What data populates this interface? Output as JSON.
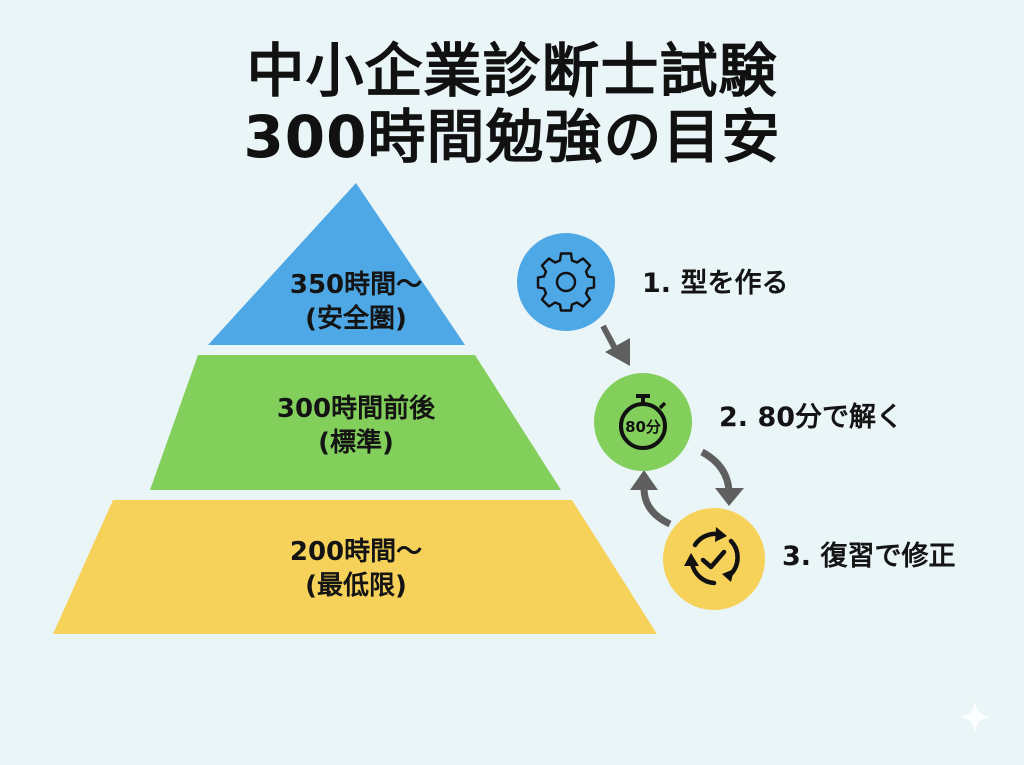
{
  "title": {
    "line1": "中小企業診断士試験",
    "line2": "300時間勉強の目安"
  },
  "pyramid": {
    "tiers": [
      {
        "hours": "350時間〜",
        "caption": "(安全圏)",
        "color": "#4fa8e6"
      },
      {
        "hours": "300時間前後",
        "caption": "(標準)",
        "color": "#83cf5b"
      },
      {
        "hours": "200時間〜",
        "caption": "(最低限)",
        "color": "#f7d25a"
      }
    ]
  },
  "steps": [
    {
      "label": "1. 型を作る",
      "icon": "gear-icon",
      "color": "#4fa8e6"
    },
    {
      "label": "2. 80分で解く",
      "icon": "stopwatch-icon",
      "icon_text": "80分",
      "color": "#83cf5b"
    },
    {
      "label": "3. 復習で修正",
      "icon": "refresh-check-icon",
      "color": "#f7d25a"
    }
  ],
  "colors": {
    "background": "#eaf5f8",
    "arrow": "#5f5f5f",
    "text": "#141414"
  }
}
